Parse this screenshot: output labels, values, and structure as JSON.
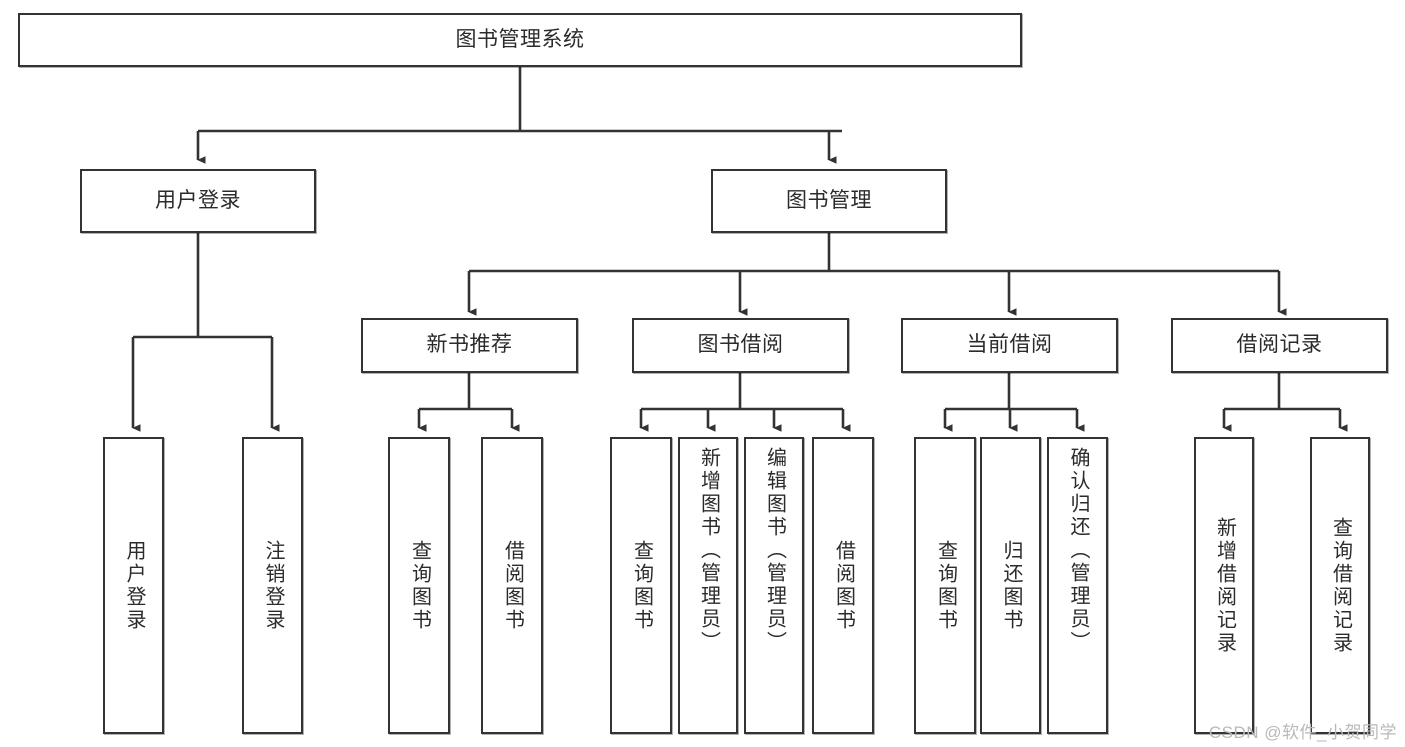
{
  "diagram": {
    "title": "图书管理系统",
    "type": "tree-hierarchy",
    "orientation": "top-down",
    "colors": {
      "node_border": "#333333",
      "node_fill": "#ffffff",
      "edge": "#333333",
      "text": "#2b2b2b",
      "watermark": "#b9b9b9"
    },
    "root": {
      "id": "root",
      "label": "图书管理系统"
    },
    "level2": [
      {
        "id": "user-login",
        "label": "用户登录"
      },
      {
        "id": "book-manage",
        "label": "图书管理"
      }
    ],
    "level3": [
      {
        "id": "new-book-recommend",
        "label": "新书推荐",
        "parent": "book-manage"
      },
      {
        "id": "book-borrow",
        "label": "图书借阅",
        "parent": "book-manage"
      },
      {
        "id": "current-borrow",
        "label": "当前借阅",
        "parent": "book-manage"
      },
      {
        "id": "borrow-record",
        "label": "借阅记录",
        "parent": "book-manage"
      }
    ],
    "leaves": [
      {
        "id": "leaf-user-login",
        "label": "用户登录",
        "parent": "user-login"
      },
      {
        "id": "leaf-user-logout",
        "label": "注销登录",
        "parent": "user-login"
      },
      {
        "id": "leaf-query-book-1",
        "label": "查询图书",
        "parent": "new-book-recommend"
      },
      {
        "id": "leaf-borrow-book-1",
        "label": "借阅图书",
        "parent": "new-book-recommend"
      },
      {
        "id": "leaf-query-book-2",
        "label": "查询图书",
        "parent": "book-borrow"
      },
      {
        "id": "leaf-add-book",
        "label": "新增图书（管理员）",
        "parent": "book-borrow"
      },
      {
        "id": "leaf-edit-book",
        "label": "编辑图书（管理员）",
        "parent": "book-borrow"
      },
      {
        "id": "leaf-borrow-book-2",
        "label": "借阅图书",
        "parent": "book-borrow"
      },
      {
        "id": "leaf-query-book-3",
        "label": "查询图书",
        "parent": "current-borrow"
      },
      {
        "id": "leaf-return-book",
        "label": "归还图书",
        "parent": "current-borrow"
      },
      {
        "id": "leaf-confirm-return",
        "label": "确认归还（管理员）",
        "parent": "current-borrow"
      },
      {
        "id": "leaf-add-record",
        "label": "新增借阅记录",
        "parent": "borrow-record"
      },
      {
        "id": "leaf-query-record",
        "label": "查询借阅记录",
        "parent": "borrow-record"
      }
    ],
    "watermark": "CSDN @软件_小贺同学"
  }
}
